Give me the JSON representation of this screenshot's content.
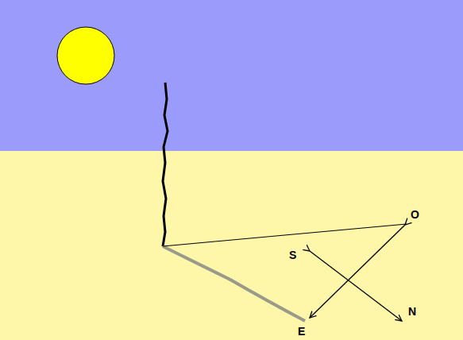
{
  "diagram": {
    "labels": [
      "O",
      "S",
      "N",
      "E"
    ]
  }
}
